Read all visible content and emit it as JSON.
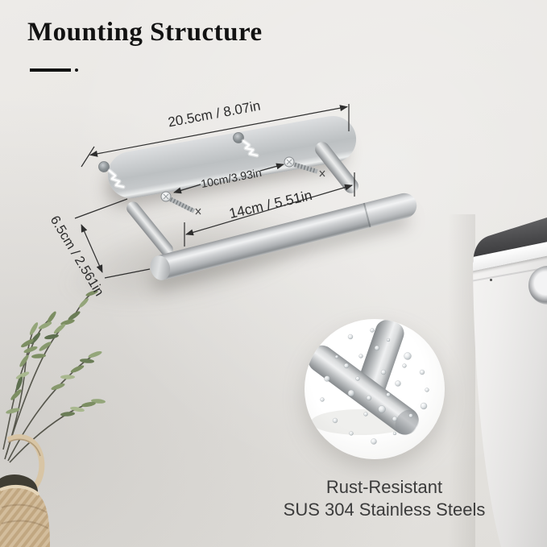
{
  "title": {
    "text": "Mounting Structure"
  },
  "annotations": {
    "plate_width": "20.5cm / 8.07in",
    "screw_spacing": "10cm/3.93in",
    "post_spacing": "14cm / 5.51in",
    "wall_clearance": "6.5cm / 2.561in"
  },
  "inset_caption": {
    "line1": "Rust-Resistant",
    "line2": "SUS 304 Stainless Steels"
  },
  "colors": {
    "wall": "#e8e6e3",
    "steel": "#c6c9cb",
    "steel_highlight": "#f0f1f2",
    "annotation_text": "#2b2b2b",
    "title_text": "#121212",
    "caption_text": "#3b3b3b",
    "trash_can_lid": "#4a4a4c",
    "leaf_green": "#7c8e62",
    "basket_tan": "#d3bd9c"
  }
}
